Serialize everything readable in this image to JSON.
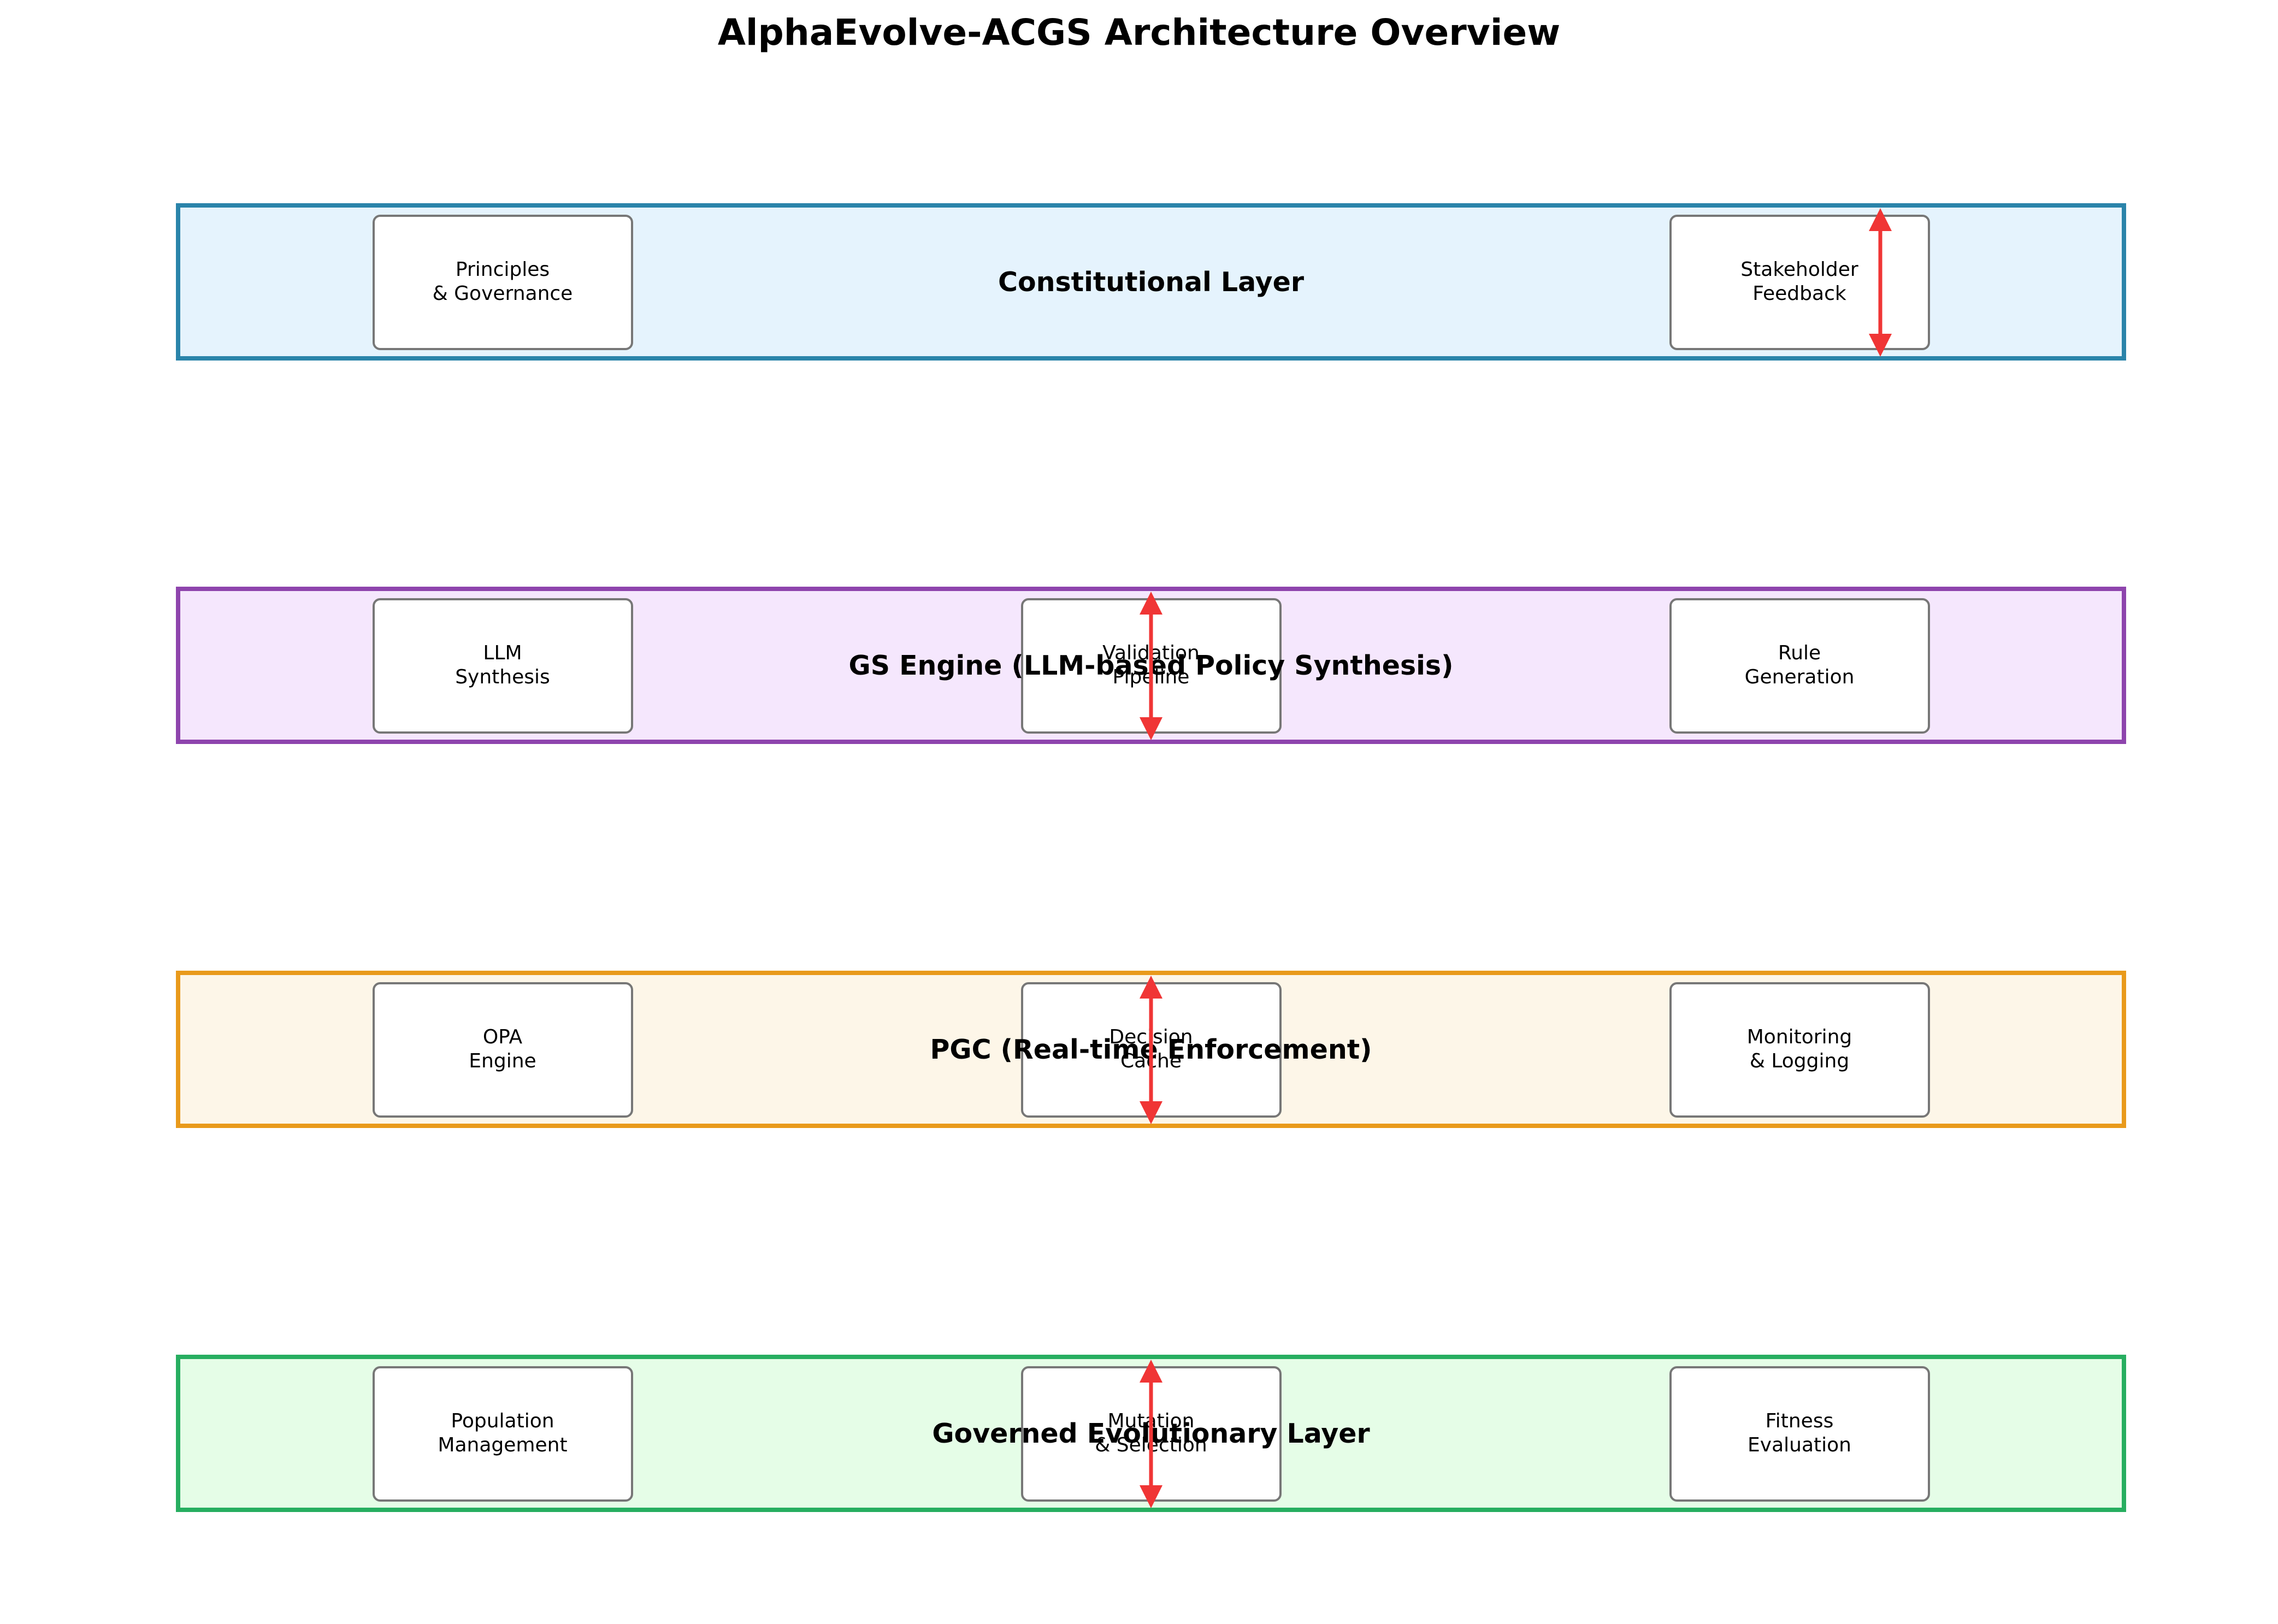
{
  "title": "AlphaEvolve-ACGS Architecture Overview",
  "arrow_color": "#f03535",
  "layers": [
    {
      "label": "Constitutional Layer",
      "border_color": "#2a84aa",
      "fill_color": "#e5f3fd",
      "components": [
        {
          "lines": [
            "Principles",
            "& Governance"
          ]
        },
        {
          "lines": [
            "Stakeholder",
            "Feedback"
          ]
        }
      ]
    },
    {
      "label": "GS Engine (LLM-based Policy Synthesis)",
      "border_color": "#8e44ad",
      "fill_color": "#f5e7fd",
      "components": [
        {
          "lines": [
            "LLM",
            "Synthesis"
          ]
        },
        {
          "lines": [
            "Validation",
            "Pipeline"
          ]
        },
        {
          "lines": [
            "Rule",
            "Generation"
          ]
        }
      ]
    },
    {
      "label": "PGC (Real-time Enforcement)",
      "border_color": "#e99a1b",
      "fill_color": "#fdf6e8",
      "components": [
        {
          "lines": [
            "OPA",
            "Engine"
          ]
        },
        {
          "lines": [
            "Decision",
            "Cache"
          ]
        },
        {
          "lines": [
            "Monitoring",
            "& Logging"
          ]
        }
      ]
    },
    {
      "label": "Governed Evolutionary Layer",
      "border_color": "#27ae60",
      "fill_color": "#e5fde7",
      "components": [
        {
          "lines": [
            "Population",
            "Management"
          ]
        },
        {
          "lines": [
            "Mutation",
            "& Selection"
          ]
        },
        {
          "lines": [
            "Fitness",
            "Evaluation"
          ]
        }
      ]
    }
  ]
}
